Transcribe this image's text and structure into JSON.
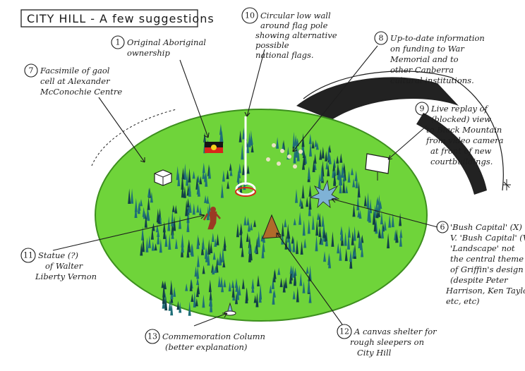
{
  "title": "CITY HILL - A few suggestions",
  "colors": {
    "lawn": "#6fd43a",
    "lawn_edge": "#3d8f1e",
    "trees": "#1f6e78",
    "trees_dark": "#123f48",
    "flag_red": "#d8261b",
    "flag_black": "#151515",
    "flag_yellow": "#f4d21a",
    "shelter": "#b06a2a",
    "statue": "#9b3a24",
    "column": "#7fb2d6",
    "building": "#222222"
  },
  "annotations": [
    {
      "id": "original-aboriginal-ownership",
      "number": "1",
      "lines": [
        "Original Aboriginal",
        "ownership"
      ]
    },
    {
      "id": "facsimile-gaol-cell",
      "number": "7",
      "lines": [
        "Facsimile of gaol",
        "cell at Alexander",
        "McConochie Centre"
      ]
    },
    {
      "id": "circular-low-wall",
      "number": "10",
      "lines": [
        "Circular low wall",
        "around flag pole",
        "showing alternative",
        "possible",
        "national flags."
      ]
    },
    {
      "id": "war-memorial-funding",
      "number": "8",
      "lines": [
        "Up-to-date information",
        "on funding to War",
        "Memorial and to",
        "other Canberra",
        "cultural institutions."
      ]
    },
    {
      "id": "black-mountain-view",
      "number": "9",
      "lines": [
        "Live replay of",
        "(blocked) view",
        "to Black Mountain",
        "from video camera",
        "at front of new",
        "courtbuildings."
      ]
    },
    {
      "id": "bush-capital-landscape",
      "number": "6",
      "lines": [
        "'Bush Capital' (X)",
        "V. 'Bush Capital' (V).",
        "'Landscape' not",
        "the central theme",
        "of Griffin's design",
        "(despite Peter",
        "Harrison, Ken Taylor,",
        "etc, etc)"
      ]
    },
    {
      "id": "statue-walter-vernon",
      "number": "11",
      "lines": [
        "Statue (?)",
        "of Walter",
        "Liberty Vernon"
      ]
    },
    {
      "id": "commemoration-column",
      "number": "13",
      "lines": [
        "Commemoration Column",
        "(better explanation)"
      ]
    },
    {
      "id": "canvas-shelter",
      "number": "12",
      "lines": [
        "A canvas shelter for",
        "rough sleepers on",
        "City Hill"
      ]
    }
  ]
}
